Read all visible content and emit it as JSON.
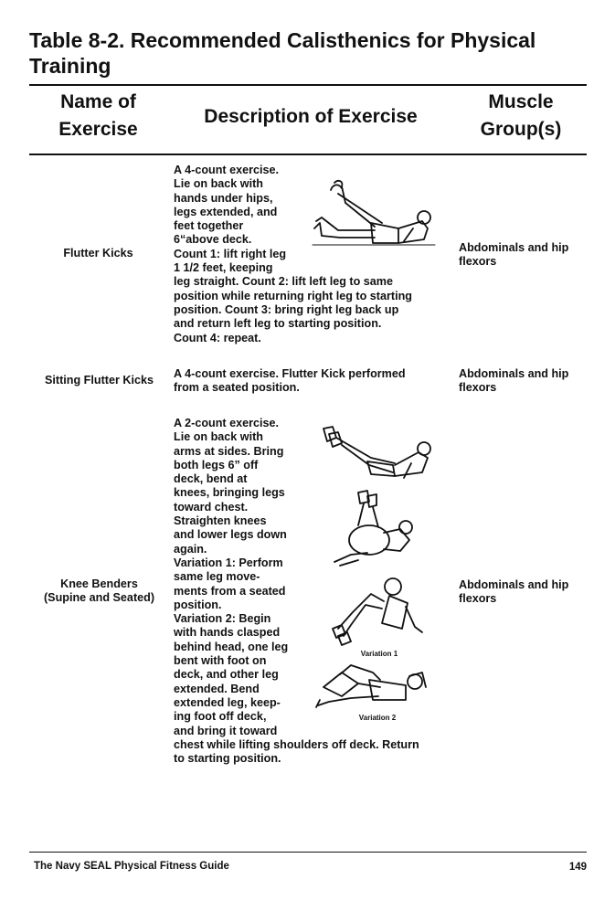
{
  "title": "Table 8-2. Recommended Calisthenics for Physical Training",
  "headers": {
    "name_line1": "Name of",
    "name_line2": "Exercise",
    "description": "Description of Exercise",
    "muscle_line1": "Muscle",
    "muscle_line2": "Group(s)"
  },
  "rows": [
    {
      "name": "Flutter Kicks",
      "description_lines": [
        "A 4-count exercise.",
        "Lie on back with",
        "hands under hips,",
        "legs extended, and",
        "feet together",
        "6“above deck.",
        "Count 1: lift right leg",
        "1 1/2 feet, keeping",
        "leg straight. Count 2: lift left leg to same",
        "position while returning right leg to starting",
        "position. Count 3: bring right leg back up",
        "and return left leg to starting position.",
        "Count 4: repeat."
      ],
      "muscle_lines": [
        "Abdominals and hip",
        "flexors"
      ]
    },
    {
      "name": "Sitting Flutter Kicks",
      "description_lines": [
        "A 4-count exercise. Flutter Kick performed",
        "from a seated position."
      ],
      "muscle_lines": [
        "Abdominals and hip",
        "flexors"
      ]
    },
    {
      "name_line1": "Knee Benders",
      "name_line2": "(Supine and Seated)",
      "description_lines": [
        "A 2-count exercise.",
        "Lie on back with",
        "arms at sides. Bring",
        "both legs 6” off",
        "deck, bend at",
        "knees, bringing legs",
        "toward chest.",
        "Straighten knees",
        "and lower legs down",
        "again.",
        "Variation 1: Perform",
        "same leg move-",
        "ments from a seated",
        "position.",
        "Variation 2: Begin",
        "with hands clasped",
        "behind head, one leg",
        "bent with foot on",
        "deck, and other leg",
        "extended. Bend",
        "extended leg, keep-",
        "ing foot off deck,",
        "and bring it toward",
        "chest while lifting shoulders off deck. Return",
        "to starting position."
      ],
      "muscle_lines": [
        "Abdominals and hip",
        "flexors"
      ],
      "captions": [
        "Variation 1",
        "Variation 2"
      ]
    }
  ],
  "footer": {
    "book_title": "The Navy SEAL Physical Fitness Guide",
    "page_number": "149"
  },
  "icons": [
    "flutter-kick-figure",
    "knee-bender-extended-figure",
    "knee-bender-tucked-figure",
    "variation-1-seated-figure",
    "variation-2-figure"
  ]
}
